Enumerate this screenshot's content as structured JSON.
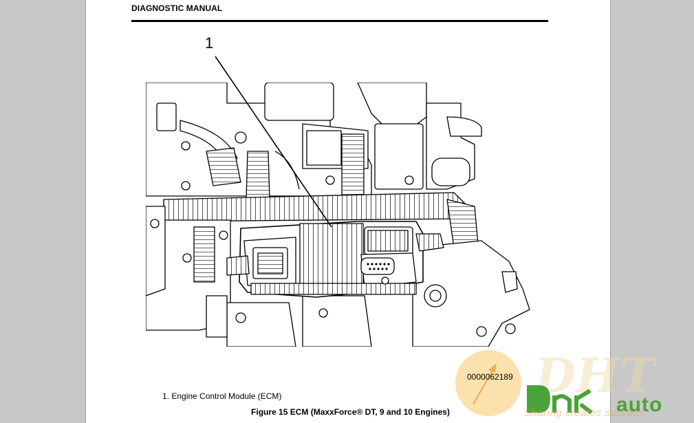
{
  "document": {
    "header": "DIAGNOSTIC MANUAL",
    "callout_number": "1",
    "figure_id": "0000062189",
    "legend_item": "1. Engine Control Module (ECM)",
    "caption": "Figure 15   ECM (MaxxForce® DT, 9 and 10 Engines)"
  },
  "watermark": {
    "logo_text": "DHT",
    "brand_text": "auto",
    "tagline": "Sharing creates success"
  },
  "colors": {
    "page": "#ffffff",
    "background": "#c8c8c8",
    "watermark_orange": "#f7c96a",
    "watermark_green": "#4aa33a"
  }
}
